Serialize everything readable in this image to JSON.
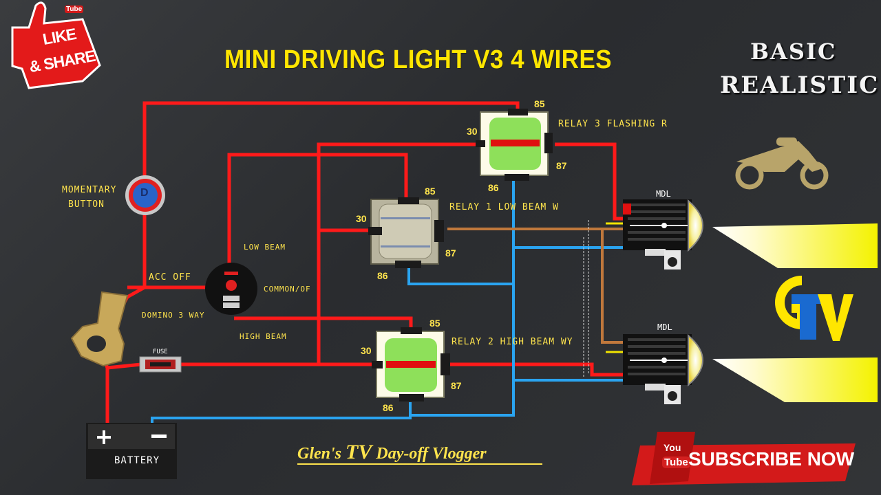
{
  "header": {
    "title": "MINI DRIVING LIGHT V3 4 WIRES",
    "style_line1": "BASIC",
    "style_line2": "REALISTIC"
  },
  "badges": {
    "like_line1": "LIKE",
    "like_line2": "& SHARE",
    "like_tube": "Tube",
    "subscribe_you": "You",
    "subscribe_tube": "Tube",
    "subscribe_text": "SUBSCRIBE NOW",
    "logo_letters": "GTV"
  },
  "footer": {
    "channel_pre": "Glen's ",
    "channel_tv": "TV",
    "channel_post": " Day-off Vlogger"
  },
  "components": {
    "momentary_button_line1": "MOMENTARY",
    "momentary_button_line2": "BUTTON",
    "button_letter": "D",
    "acc_off": "ACC OFF",
    "switch_label": "DOMINO 3 WAY",
    "low_beam": "LOW BEAM",
    "common_off": "COMMON/OF",
    "high_beam": "HIGH BEAM",
    "fuse": "FUSE",
    "battery": "BATTERY",
    "relay1": "RELAY 1 LOW BEAM W",
    "relay2": "RELAY 2 HIGH BEAM WY",
    "relay3": "RELAY 3 FLASHING R",
    "mdl_top": "MDL",
    "mdl_bottom": "MDL"
  },
  "pins": {
    "p85": "85",
    "p30": "30",
    "p87": "87",
    "p86": "86"
  },
  "colors": {
    "wire_power": "#ff1a1a",
    "wire_ground": "#2aa4f0",
    "wire_low": "#c0783c",
    "wire_high": "#f2e400",
    "title": "#ffe600",
    "relay_green": "#8ee05a",
    "relay_grey": "#b8b49e"
  }
}
